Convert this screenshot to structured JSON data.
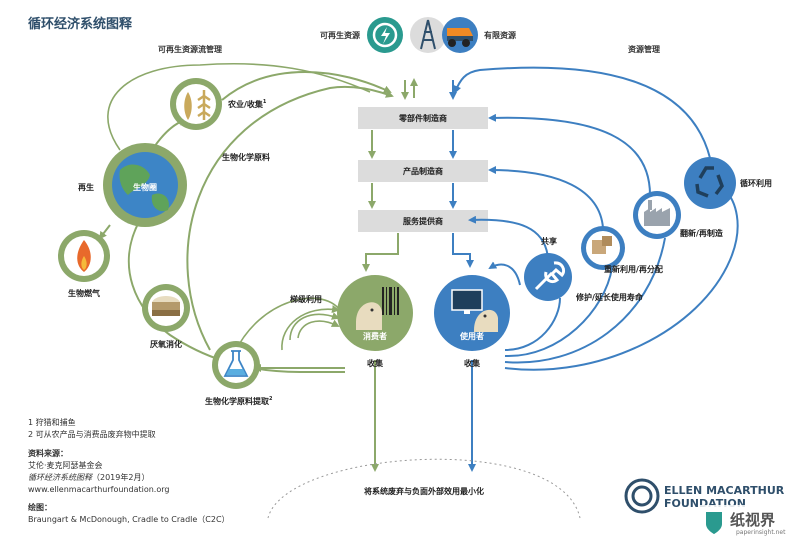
{
  "title": "循环经济系统图释",
  "top": {
    "renewable": "可再生资源",
    "finite": "有限资源",
    "renewable_flow": "可再生资源流管理",
    "stock_mgmt": "资源管理"
  },
  "chain": {
    "parts": "零部件制造商",
    "product": "产品制造商",
    "service": "服务提供商",
    "consumer": "消费者",
    "user": "使用者"
  },
  "bio": {
    "farming": "农业/收集",
    "farming_sup": "1",
    "biochem_feedstock": "生物化学原料",
    "regeneration": "再生",
    "biosphere": "生物圈",
    "biogas": "生物燃气",
    "anaerobic": "厌氧消化",
    "extraction": "生物化学原料提取",
    "extraction_sup": "2",
    "cascades": "梯级利用",
    "collection_left": "收集"
  },
  "tech": {
    "recycle": "循环利用",
    "refurbish": "翻新/再制造",
    "reuse": "重新利用/再分配",
    "maintain": "修护/延长使用寿命",
    "share": "共享",
    "collection_right": "收集"
  },
  "bottom": {
    "minimise": "将系统废弃与负面外部效用最小化"
  },
  "notes": {
    "n1": "1  狩猎和捕鱼",
    "n2": "2  可从农产品与消费品废弃物中提取",
    "source_head": "资料来源：",
    "source_org": "艾伦·麦克阿瑟基金会",
    "source_title": "循环经济系统图释",
    "source_date": "（2019年2月）",
    "source_url": "www.ellenmacarthurfoundation.org",
    "drawing_head": "绘图：",
    "drawing_credit": "Braungart & McDonough, Cradle to Cradle（C2C）"
  },
  "logo": {
    "line1": "ELLEN MACARTHUR",
    "line2": "FOUNDATION"
  },
  "watermark": {
    "text": "纸视界",
    "url": "paperinsight.net"
  },
  "colors": {
    "bio_green": "#8ca86a",
    "tech_blue": "#3d7fc1",
    "box_gray": "#dcdcdc",
    "earth_blue": "#3d85c6",
    "teal": "#2a9a8f",
    "dark_blue": "#2f4f6b"
  }
}
